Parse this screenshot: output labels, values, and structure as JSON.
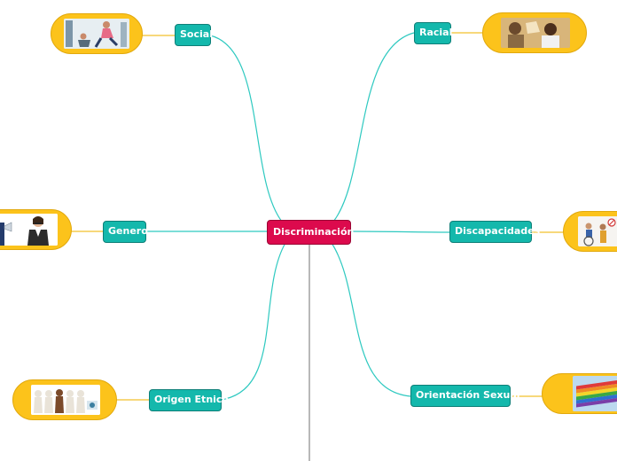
{
  "map": {
    "center": "Discriminación",
    "branches": {
      "social": "Social",
      "racial": "Racial",
      "genero": "Genero",
      "discapacidades": "Discapacidades",
      "origen_etnico": "Origen Etnico",
      "orientacion_sexual": "Orientación Sexual"
    }
  },
  "colors": {
    "center_fill": "#dc0a4d",
    "branch_fill": "#14b8ac",
    "connector_line": "#2ec9c0",
    "image_pill": "#fcc31b",
    "vertical_line": "#8a8a8a"
  }
}
